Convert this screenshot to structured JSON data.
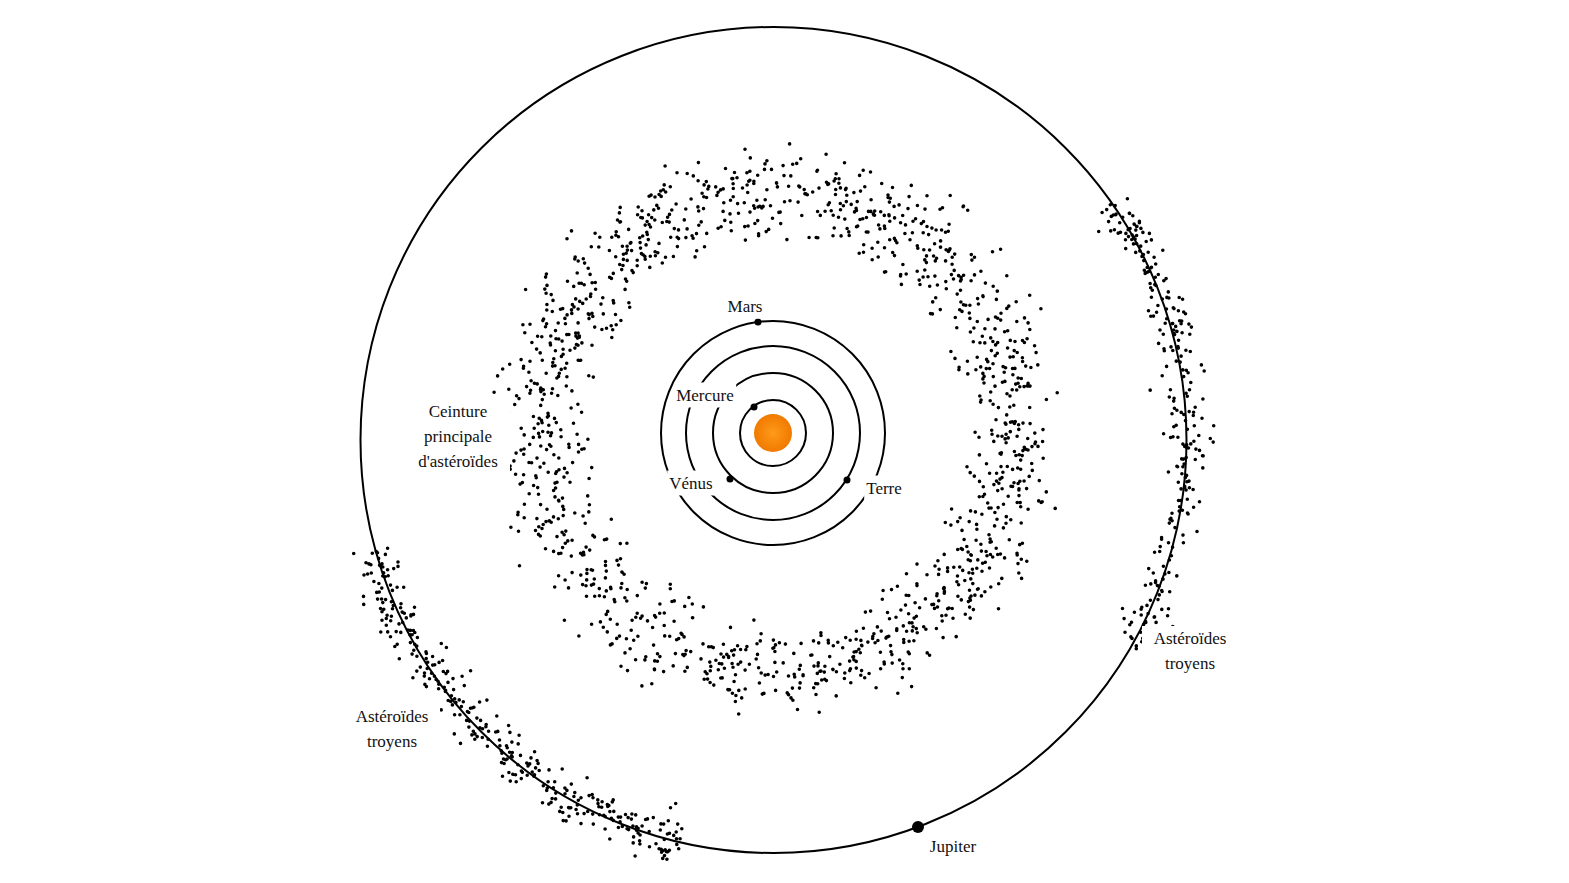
{
  "diagram": {
    "labels": [
      "Mars",
      "Mercure",
      "Ceinture principale d'astéroïdes",
      "Vénus",
      "Terre",
      "Astéroïdes troyens",
      "Astéroïdes troyens",
      "Jupiter"
    ]
  }
}
